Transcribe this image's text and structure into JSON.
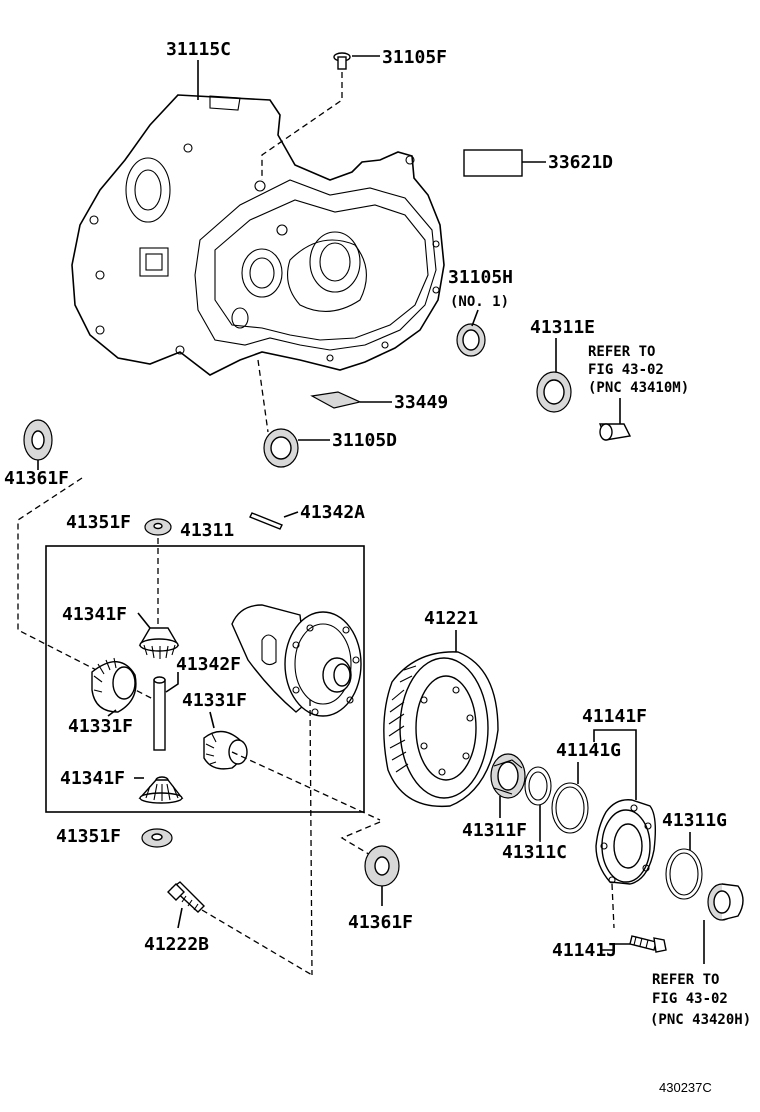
{
  "labels": {
    "l31115C": "31115C",
    "l31105F": "31105F",
    "l33621D": "33621D",
    "l31105H": "31105H",
    "no1": "(NO. 1)",
    "l41311E": "41311E",
    "refer1a": "REFER TO",
    "refer1b": "FIG 43-02",
    "refer1c": "(PNC 43410M)",
    "l33449": "33449",
    "l31105D": "31105D",
    "l41361F_top": "41361F",
    "l41351F_top": "41351F",
    "l41311": "41311",
    "l41342A": "41342A",
    "l41341F_top": "41341F",
    "l41342F": "41342F",
    "l41331F_right": "41331F",
    "l41331F_left": "41331F",
    "l41341F_bot": "41341F",
    "l41351F_bot": "41351F",
    "l41221": "41221",
    "l41141F": "41141F",
    "l41141G": "41141G",
    "l41311F": "41311F",
    "l41311C": "41311C",
    "l41311G": "41311G",
    "l41361F_bot": "41361F",
    "l41222B": "41222B",
    "l41141J": "41141J",
    "refer2a": "REFER TO",
    "refer2b": "FIG 43-02",
    "refer2c": "(PNC 43420H)",
    "figure_id": "430237C"
  }
}
